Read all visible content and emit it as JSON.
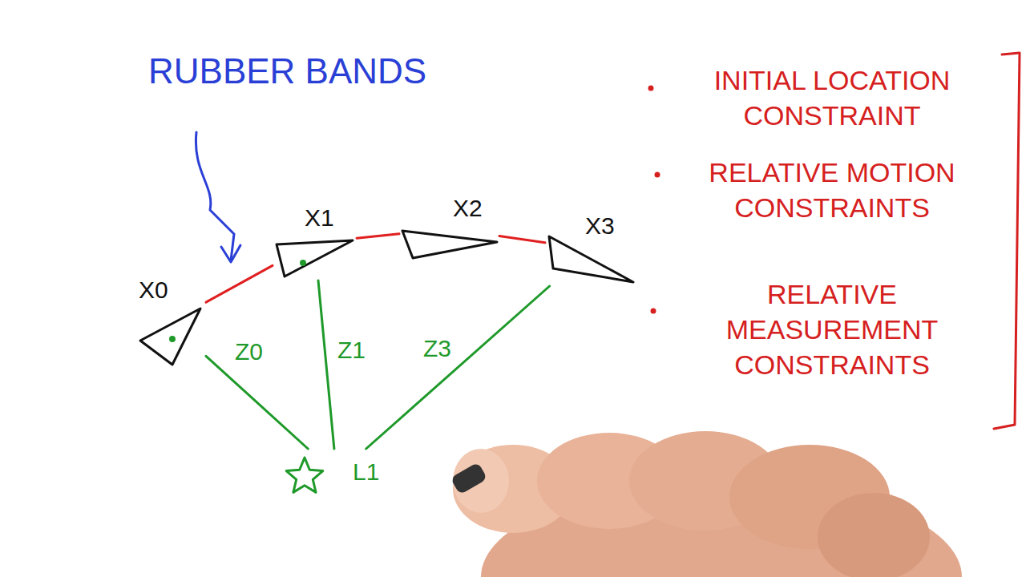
{
  "diagram": {
    "nodes": [
      {
        "text": [
          "X0"
        ]
      },
      {
        "text": [
          "X1"
        ]
      },
      {
        "text": [
          "X2"
        ]
      },
      {
        "text": [
          "X3"
        ]
      },
      {
        "text": [
          "L1"
        ]
      }
    ],
    "edges": [
      {
        "from": 0,
        "to": 1,
        "arrow": "none"
      },
      {
        "from": 1,
        "to": 2,
        "arrow": "none"
      },
      {
        "from": 2,
        "to": 3,
        "arrow": "none"
      },
      {
        "from": 0,
        "to": 4,
        "label": "Z0",
        "arrow": "none"
      },
      {
        "from": 1,
        "to": 4,
        "label": "Z1",
        "arrow": "none"
      },
      {
        "from": 3,
        "to": 4,
        "label": "Z3",
        "arrow": "none"
      }
    ],
    "labels": [
      "RUBBER BANDS",
      "INITIAL LOCATION CONSTRAINT",
      "RELATIVE MOTION CONSTRAINTS",
      "RELATIVE MEASUREMENT CONSTRAINTS"
    ]
  }
}
